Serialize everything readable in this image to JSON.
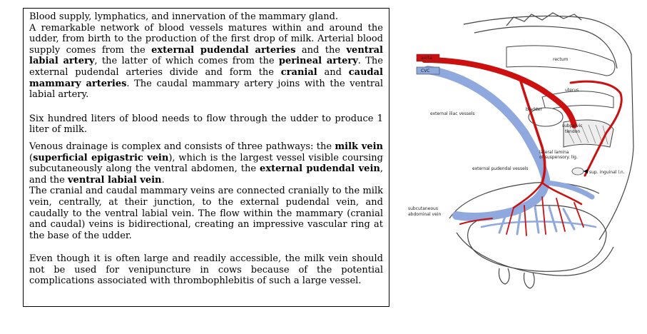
{
  "text": {
    "title": "Blood supply, lymphatics, and innervation of the mammary gland.",
    "p1": [
      {
        "t": "A remarkable network of blood vessels matures within and around the udder, from birth to the production of the first drop of milk. Arterial blood supply comes from the ",
        "b": false
      },
      {
        "t": "external pudendal arteries",
        "b": true
      },
      {
        "t": " and the ",
        "b": false
      },
      {
        "t": "ventral labial artery",
        "b": true
      },
      {
        "t": ", the latter of which comes from the ",
        "b": false
      },
      {
        "t": "perineal artery",
        "b": true
      },
      {
        "t": ". The external pudendal arteries divide and form the ",
        "b": false
      },
      {
        "t": "cranial",
        "b": true
      },
      {
        "t": " and ",
        "b": false
      },
      {
        "t": "caudal mammary arteries",
        "b": true
      },
      {
        "t": ". The caudal mammary artery joins with the ventral labial artery.",
        "b": false
      }
    ],
    "p2": "Six hundred liters of blood needs to flow through the udder to produce 1 liter of milk.",
    "p3": [
      {
        "t": "Venous drainage is complex and consists of three pathways: the ",
        "b": false
      },
      {
        "t": "milk vein",
        "b": true
      },
      {
        "t": " (",
        "b": false
      },
      {
        "t": "superficial epigastric vein",
        "b": true
      },
      {
        "t": "), which is the largest vessel visible coursing subcutaneously along the ventral abdomen, the ",
        "b": false
      },
      {
        "t": "external pudendal vein",
        "b": true
      },
      {
        "t": ", and the ",
        "b": false
      },
      {
        "t": "ventral labial vein",
        "b": true
      },
      {
        "t": ".",
        "b": false
      }
    ],
    "p4": "The cranial and caudal mammary veins are connected cranially to the milk vein, centrally, at their junction, to the external pudendal vein, and caudally to the ventral labial vein. The flow within the mammary (cranial and caudal) veins is bidirectional, creating an impressive vascular ring at the base of the udder.",
    "p5": "Even though it is often large and readily accessible, the milk vein should not be used for venipuncture in cows because of the potential complications associated with thrombophlebitis of such a large vessel."
  },
  "figure": {
    "labels": {
      "aorta": "aorta",
      "cvc": "CVC",
      "rectum": "rectum",
      "uterus": "uterus",
      "bladder": "bladder",
      "external_iliac": "external iliac vessels",
      "subpelvic_1": "subpelvic",
      "subpelvic_2": "tendon",
      "lateral_1": "lateral lamina",
      "lateral_2": "of suspensory. lig.",
      "ext_pudendal": "external pudendal vessels",
      "sup_inguinal": "sup. inguinal l.n.",
      "subcut_1": "subcutaneous",
      "subcut_2": "abdominal vein"
    },
    "colors": {
      "artery": "#cc1010",
      "vein": "#8fa9de",
      "outline": "#444444"
    }
  }
}
